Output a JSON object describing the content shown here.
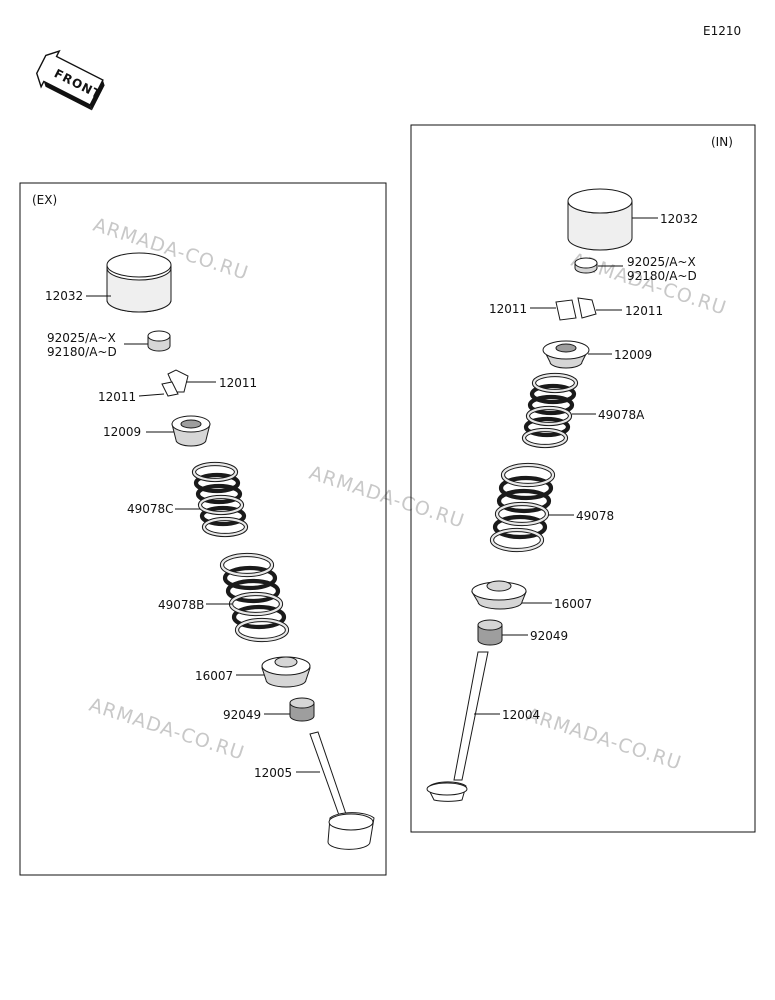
{
  "diagram_code": "E1210",
  "front_label": "FRONT",
  "watermark": "ARMADA-CO.RU",
  "panels": {
    "ex": {
      "title": "(EX)",
      "labels": {
        "tappet": "12032",
        "shim_a": "92025/A~X",
        "shim_b": "92180/A~D",
        "cotter_left": "12011",
        "cotter_right": "12011",
        "retainer": "12009",
        "spring_inner": "49078C",
        "spring_outer": "49078B",
        "spring_seat": "16007",
        "seal": "92049",
        "valve": "12005"
      }
    },
    "in": {
      "title": "(IN)",
      "labels": {
        "tappet": "12032",
        "shim_a": "92025/A~X",
        "shim_b": "92180/A~D",
        "cotter_left": "12011",
        "cotter_right": "12011",
        "retainer": "12009",
        "spring_inner": "49078A",
        "spring_outer": "49078",
        "spring_seat": "16007",
        "seal": "92049",
        "valve": "12004"
      }
    }
  }
}
